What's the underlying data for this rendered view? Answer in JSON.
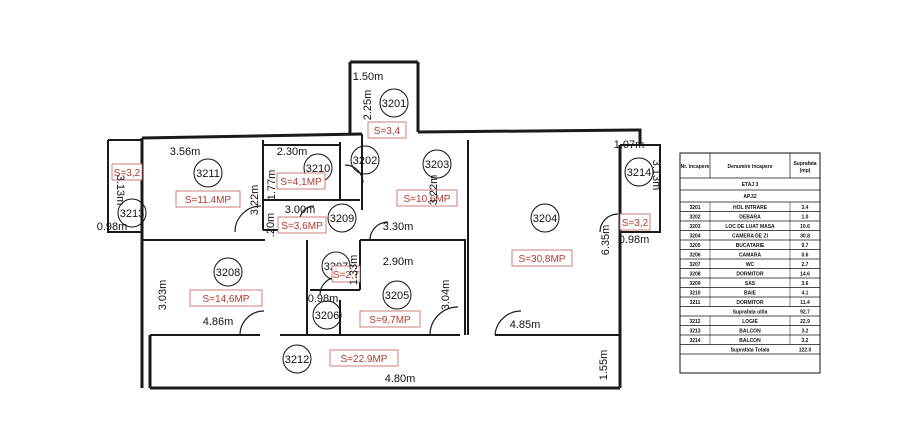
{
  "rooms": [
    {
      "id": "3201"
    },
    {
      "id": "3202"
    },
    {
      "id": "3203"
    },
    {
      "id": "3204"
    },
    {
      "id": "3205"
    },
    {
      "id": "3206"
    },
    {
      "id": "3207"
    },
    {
      "id": "3208"
    },
    {
      "id": "3209"
    },
    {
      "id": "3210"
    },
    {
      "id": "3211"
    },
    {
      "id": "3212"
    },
    {
      "id": "3213"
    },
    {
      "id": "3214"
    }
  ],
  "area_labels": [
    "S=3,4",
    "S=11.4MP",
    "S=4,1MP",
    "S=10,6MP",
    "S=3,6MP",
    "S=30,8MP",
    "S=3,2",
    "S=3,2",
    "S=2,7",
    "S=14,6MP",
    "S=9,7MP",
    "S=22.9MP"
  ],
  "dimensions": [
    "1.50m",
    "2.25m",
    "3.56m",
    "2.30m",
    "1.77m",
    "3.22m",
    "3.22m",
    "3.00m",
    "3.30m",
    ".20m",
    "1.33m",
    "2.90m",
    "3.03m",
    "3.04m",
    "4.86m",
    "0.98m",
    "4.85m",
    "1.55m",
    "4.80m",
    "3.13m",
    "0.98m",
    "1.07m",
    "3.13m",
    "6.35m",
    "0.98m"
  ],
  "table": {
    "headers": [
      "Nr. încapere",
      "Denumire încapere",
      "Suprafata",
      "(mp)"
    ],
    "floor": "ETAJ 3",
    "apartment": "AP.32",
    "rows": [
      {
        "nr": "3201",
        "name": "HOL INTRARE",
        "area": "3.4"
      },
      {
        "nr": "3202",
        "name": "DEBARA",
        "area": "1.0"
      },
      {
        "nr": "3203",
        "name": "LOC DE LUAT MASA",
        "area": "10.6"
      },
      {
        "nr": "3204",
        "name": "CAMERA DE ZI",
        "area": "30.8"
      },
      {
        "nr": "3205",
        "name": "BUCATARIE",
        "area": "9.7"
      },
      {
        "nr": "3206",
        "name": "CAMARA",
        "area": "0.6"
      },
      {
        "nr": "3207",
        "name": "WC",
        "area": "2.7"
      },
      {
        "nr": "3208",
        "name": "DORMITOR",
        "area": "14.6"
      },
      {
        "nr": "3209",
        "name": "SAS",
        "area": "3.6"
      },
      {
        "nr": "3210",
        "name": "BAIE",
        "area": "4.1"
      },
      {
        "nr": "3211",
        "name": "DORMITOR",
        "area": "11.4"
      }
    ],
    "useful_label": "Suprafata utila",
    "useful_value": "92.7",
    "extra_rows": [
      {
        "nr": "3212",
        "name": "LOGIE",
        "area": "22.9"
      },
      {
        "nr": "3213",
        "name": "BALCON",
        "area": "3.2"
      },
      {
        "nr": "3214",
        "name": "BALCON",
        "area": "3.2"
      }
    ],
    "total_label": "Suprafata Totala",
    "total_value": "122.0"
  }
}
